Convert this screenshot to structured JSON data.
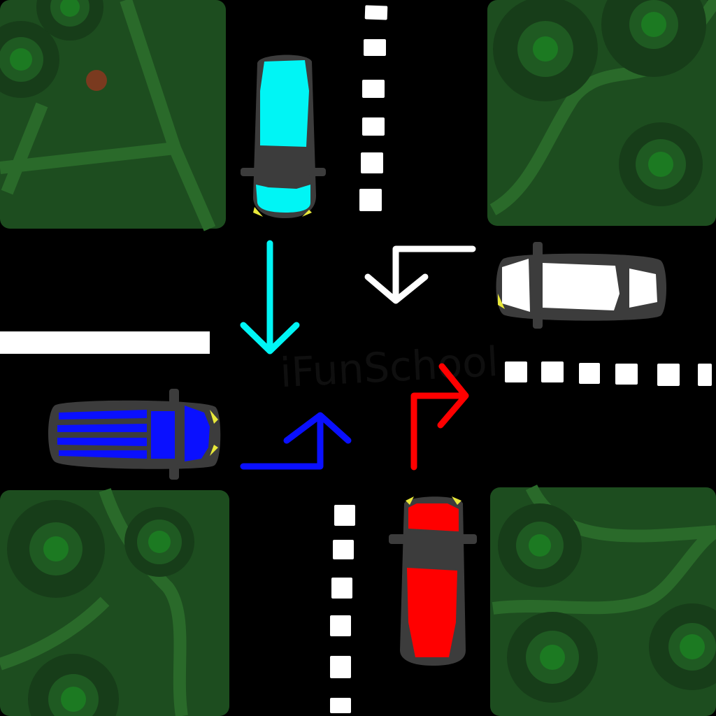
{
  "scene": {
    "watermark": "iFunSchool",
    "colors": {
      "asphalt": "#000000",
      "grass": "#1d4d1f",
      "grass_path": "#2a6a2a",
      "tree_outer": "#173d19",
      "tree_mid": "#1f5a22",
      "tree_core": "#1c7a22",
      "lane_mark": "#ffffff",
      "car_body": "#3c3c3c",
      "headlight": "#e8e83a"
    }
  },
  "cars": [
    {
      "id": "cyan",
      "color": "#00f5f5",
      "heading": "south",
      "turn": "straight"
    },
    {
      "id": "white",
      "color": "#ffffff",
      "heading": "west",
      "turn": "left"
    },
    {
      "id": "blue",
      "color": "#0a10ff",
      "heading": "east",
      "turn": "left"
    },
    {
      "id": "red",
      "color": "#ff0000",
      "heading": "north",
      "turn": "right"
    }
  ]
}
